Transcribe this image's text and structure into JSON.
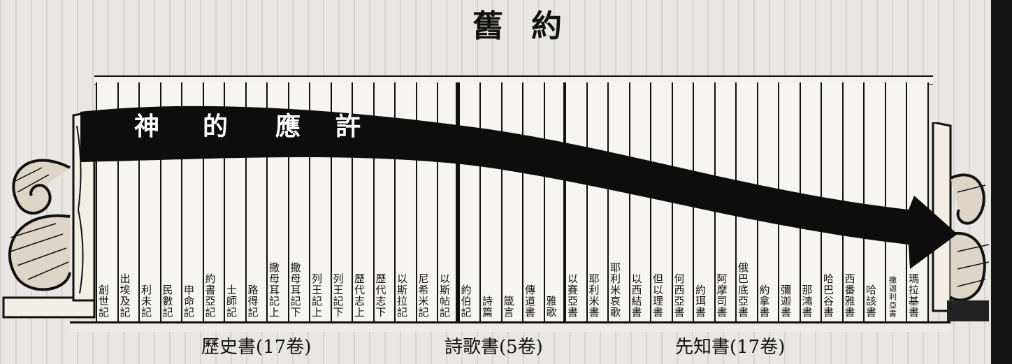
{
  "title": "舊約",
  "arrow_text": [
    "神",
    "的",
    "應",
    "許"
  ],
  "sections": [
    {
      "label": "歷史書(17卷)"
    },
    {
      "label": "詩歌書(5卷)"
    },
    {
      "label": "先知書(17卷)"
    }
  ],
  "books": [
    "創世記",
    "出埃及記",
    "利未記",
    "民數記",
    "申命記",
    "約書亞記",
    "士師記",
    "路得記",
    "撒母耳記上",
    "撒母耳記下",
    "列王記上",
    "列王記下",
    "歷代志上",
    "歷代志下",
    "以斯拉記",
    "尼希米記",
    "以斯帖記",
    "約伯記",
    "詩篇",
    "箴言",
    "傳道書",
    "雅歌",
    "以賽亞書",
    "耶利米書",
    "耶利米哀歌",
    "以西結書",
    "但以理書",
    "何西亞書",
    "約珥書",
    "阿摩司書",
    "俄巴底亞書",
    "約拿書",
    "彌迦書",
    "那鴻書",
    "哈巴谷書",
    "西番雅書",
    "哈該書",
    "撒迦利亞書",
    "瑪拉基書"
  ]
}
